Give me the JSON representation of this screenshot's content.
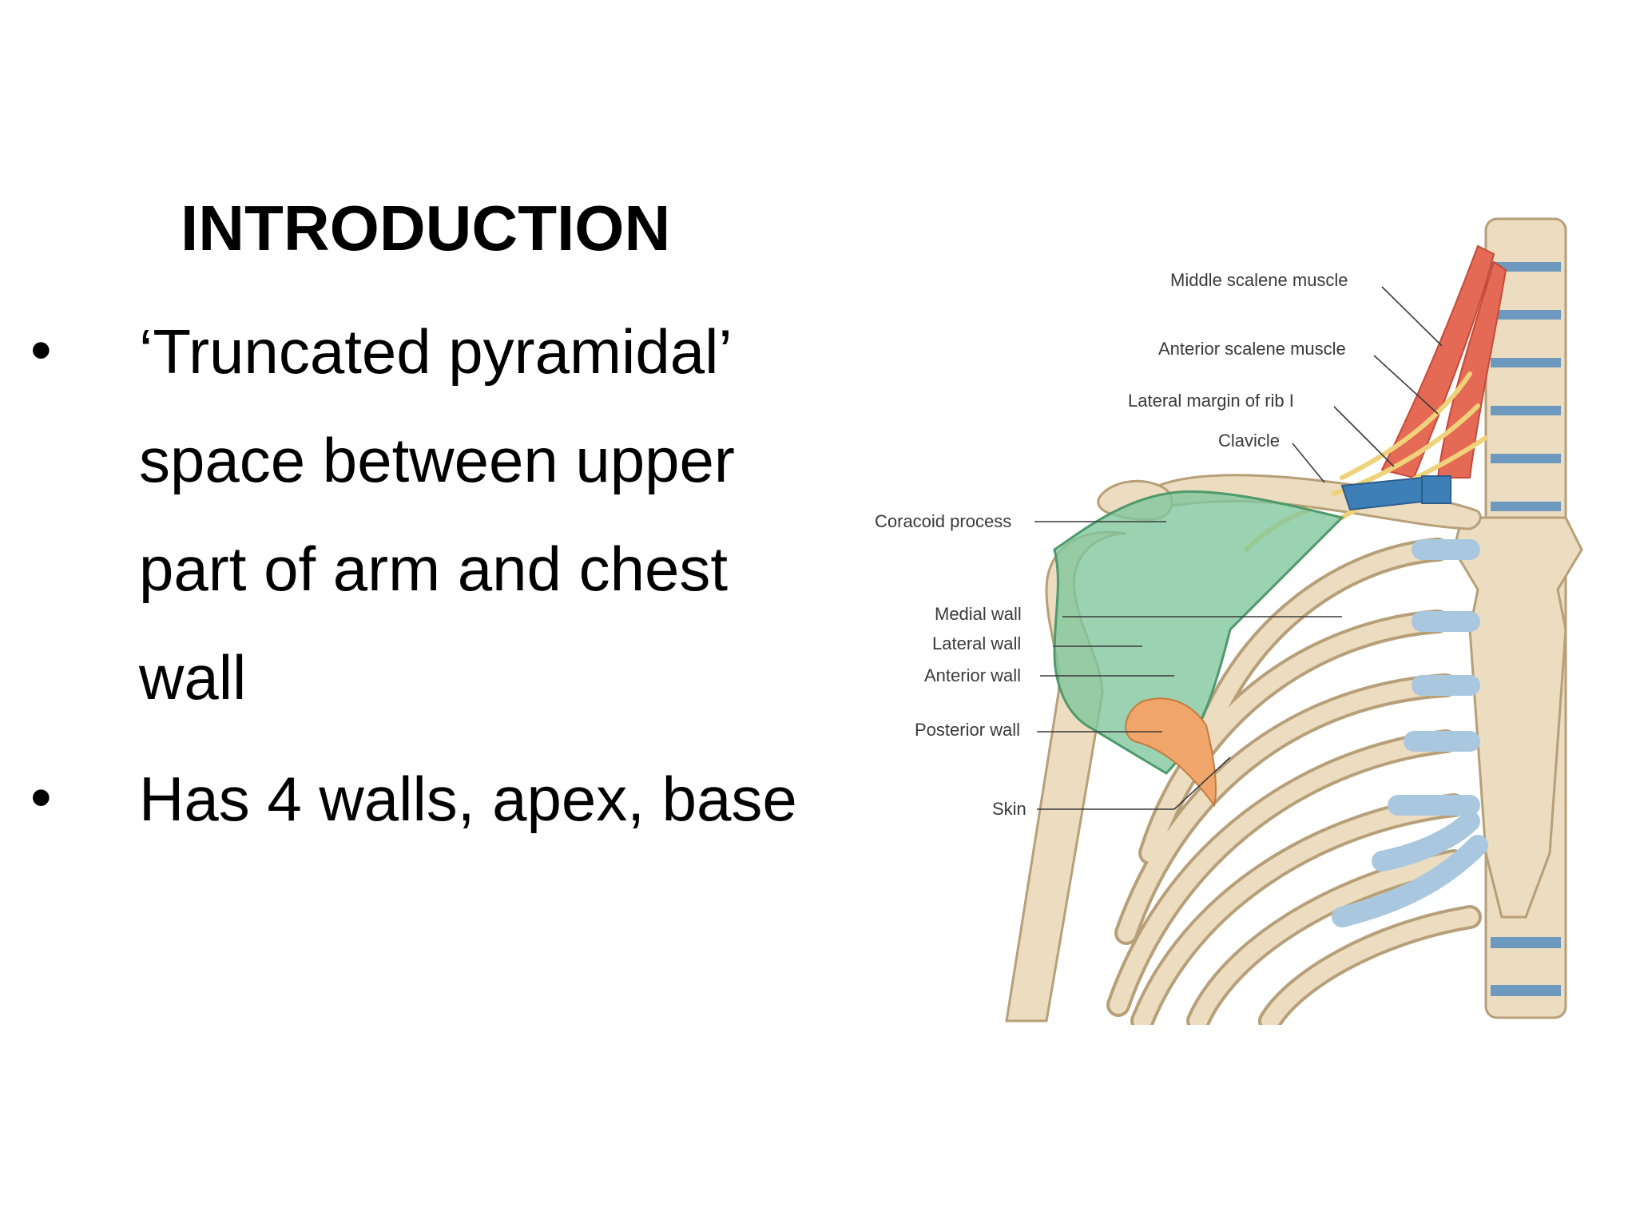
{
  "slide": {
    "title": "INTRODUCTION",
    "bullet_symbol": "•",
    "bullets": [
      {
        "lines": [
          "‘Truncated pyramidal’",
          "space between upper",
          "part of arm and chest",
          "wall"
        ]
      },
      {
        "lines": [
          "Has 4 walls, apex, base"
        ]
      }
    ]
  },
  "figure": {
    "labels": {
      "middle_scalene": "Middle scalene muscle",
      "anterior_scalene": "Anterior scalene muscle",
      "lateral_margin_rib": "Lateral margin of rib I",
      "clavicle": "Clavicle",
      "coracoid_process": "Coracoid process",
      "medial_wall": "Medial wall",
      "lateral_wall": "Lateral wall",
      "anterior_wall": "Anterior wall",
      "posterior_wall": "Posterior wall",
      "skin": "Skin"
    },
    "colors": {
      "bone": "#ecdcc0",
      "bone_outline": "#b79f78",
      "cartilage": "#a9c8df",
      "axilla_green": "#7fc79c",
      "muscle_red": "#e56a55",
      "nerve_yellow": "#efd27a",
      "vessel_blue": "#3f7fb8",
      "skin_orange": "#f0a66a",
      "leader_line": "#3a3a3a"
    }
  }
}
